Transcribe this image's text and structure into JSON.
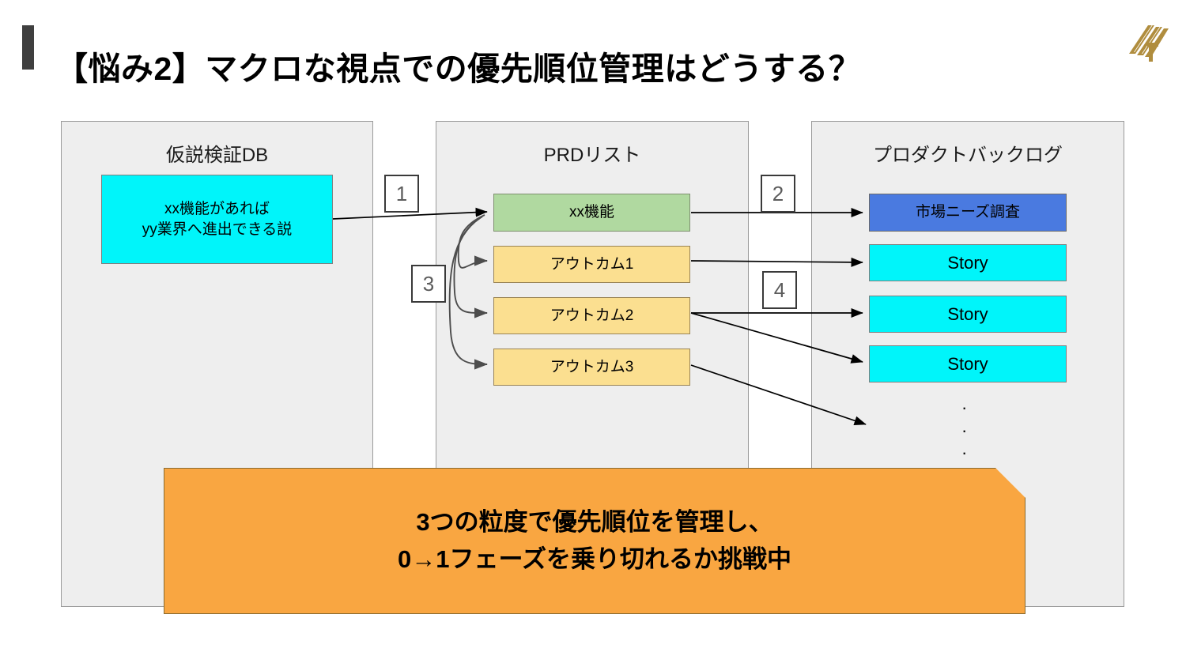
{
  "slide": {
    "title": "【悩み2】マクロな視点での優先順位管理はどうする？",
    "accent_color": "#3f3f3f",
    "logo_color": "#b08d3e",
    "logo_name": "company-logo"
  },
  "diagram": {
    "columns": [
      {
        "id": "hypothesis-db",
        "title": "仮説検証DB",
        "nodes": [
          {
            "label": "xx機能があれば\nyy業界へ進出できる説",
            "color": "#00f5fa",
            "style": "cyan"
          }
        ]
      },
      {
        "id": "prd-list",
        "title": "PRDリスト",
        "nodes": [
          {
            "label": "xx機能",
            "color": "#b0d9a0",
            "style": "green"
          },
          {
            "label": "アウトカム1",
            "color": "#fbdf90",
            "style": "yellow"
          },
          {
            "label": "アウトカム2",
            "color": "#fbdf90",
            "style": "yellow"
          },
          {
            "label": "アウトカム3",
            "color": "#fbdf90",
            "style": "yellow"
          }
        ]
      },
      {
        "id": "product-backlog",
        "title": "プロダクトバックログ",
        "nodes": [
          {
            "label": "市場ニーズ調査",
            "color": "#4a7ae0",
            "style": "blue"
          },
          {
            "label": "Story",
            "color": "#00f5fa",
            "style": "cyan"
          },
          {
            "label": "Story",
            "color": "#00f5fa",
            "style": "cyan"
          },
          {
            "label": "Story",
            "color": "#00f5fa",
            "style": "cyan"
          }
        ],
        "continuation": "⋮"
      }
    ],
    "badges": [
      {
        "label": "1"
      },
      {
        "label": "2"
      },
      {
        "label": "3"
      },
      {
        "label": "4"
      }
    ],
    "dots": [
      "·",
      "·",
      "·"
    ]
  },
  "callout": {
    "text": "3つの粒度で優先順位を管理し、\n0→1フェーズを乗り切れるか挑戦中",
    "background": "#f9a641"
  }
}
